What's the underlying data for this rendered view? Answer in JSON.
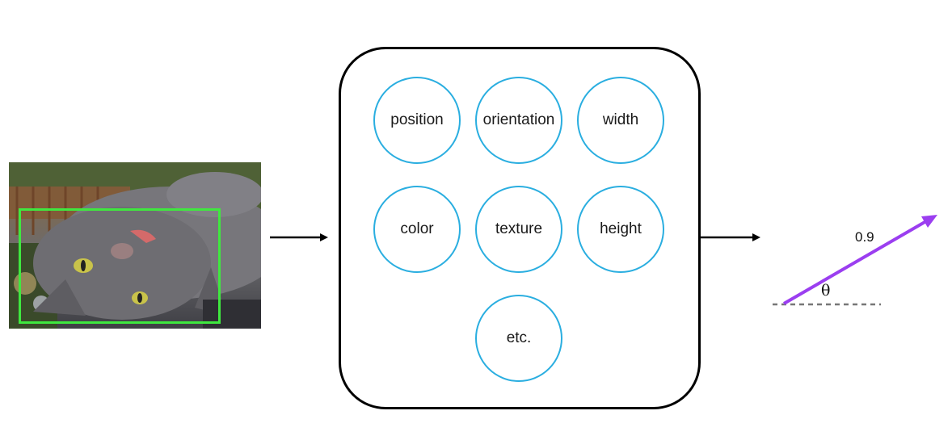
{
  "input": {
    "image": "cat-photo",
    "bounding_box_color": "#3fe83f"
  },
  "features": {
    "items": [
      {
        "label": "position"
      },
      {
        "label": "orientation"
      },
      {
        "label": "width"
      },
      {
        "label": "color"
      },
      {
        "label": "texture"
      },
      {
        "label": "height"
      },
      {
        "label": "etc."
      }
    ],
    "circle_color": "#2aaee0"
  },
  "output": {
    "magnitude_label": "0.9",
    "angle_label": "θ",
    "vector_color": "#9b3ef0"
  }
}
